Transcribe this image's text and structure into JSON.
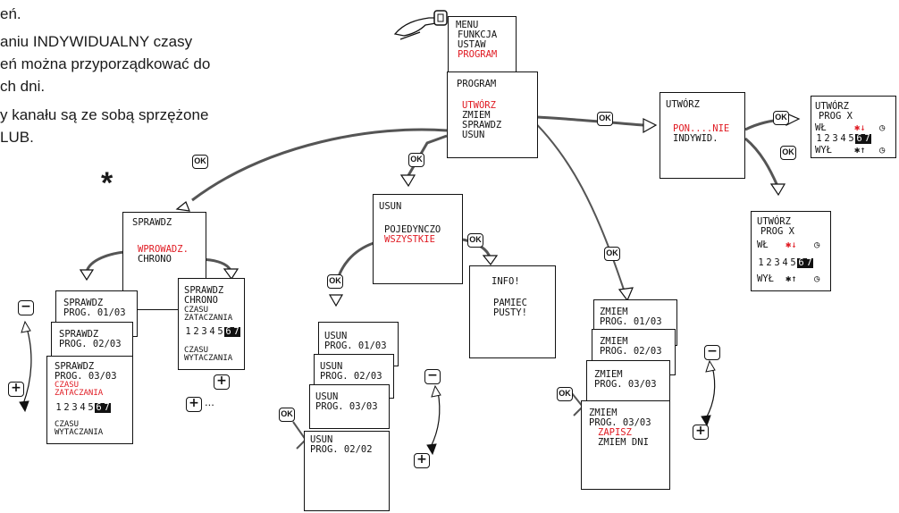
{
  "intro_lines": [
    "eń.",
    "aniu INDYWIDUALNY czasy",
    "eń można przyporządkować do",
    "ch dni.",
    "y kanału są ze sobą sprzężone",
    "LUB."
  ],
  "asterisk": "*",
  "ok_label": "OK",
  "minus_label": "−",
  "plus_label": "+",
  "ellipsis": "...",
  "menu": {
    "title": "MENU",
    "items": [
      "FUNKCJA",
      "USTAW",
      "PROGRAM"
    ]
  },
  "program": {
    "title": "PROGRAM",
    "items": [
      "UTWÓRZ",
      "ZMIEM",
      "SPRAWDZ",
      "USUN"
    ]
  },
  "utworz": {
    "title": "UTWÓRZ",
    "item1": "PON....NIE",
    "item2": "INDYWID."
  },
  "utworz_prog": {
    "title": "UTWÓRZ",
    "prog": "PROG  X",
    "on_label": "WŁ",
    "off_label": "WYŁ"
  },
  "days": [
    "1",
    "2",
    "3",
    "4",
    "5",
    "6",
    "7"
  ],
  "sprawdz": {
    "title": "SPRAWDZ",
    "item1": "WPROWADZ.",
    "item2": "CHRONO"
  },
  "sprawdz_cards": [
    {
      "l1": "SPRAWDZ",
      "l2": "PROG. 01/03"
    },
    {
      "l1": "SPRAWDZ",
      "l2": "PROG. 02/03"
    },
    {
      "l1": "SPRAWDZ",
      "l2": "PROG. 03/03",
      "l3": "CZASU",
      "l4": "ZATACZANIA",
      "l5": "CZASU",
      "l6": "WYTACZANIA"
    }
  ],
  "chrono_card": {
    "l1": "SPRAWDZ",
    "l2": "CHRONO",
    "l3": "CZASU",
    "l4": "ZATACZANIA",
    "l5": "CZASU",
    "l6": "WYTACZANIA"
  },
  "usun": {
    "title": "USUN",
    "item1": "POJEDYNCZO",
    "item2": "WSZYSTKIE"
  },
  "info": {
    "l1": "INFO!",
    "l2": "PAMIEC",
    "l3": "PUSTY!"
  },
  "usun_cards": [
    {
      "l1": "USUN",
      "l2": "PROG. 01/03"
    },
    {
      "l1": "USUN",
      "l2": "PROG. 02/03"
    },
    {
      "l1": "USUN",
      "l2": "PROG. 03/03"
    },
    {
      "l1": "USUN",
      "l2": "PROG. 02/02"
    }
  ],
  "zmiem_cards": [
    {
      "l1": "ZMIEM",
      "l2": "PROG. 01/03"
    },
    {
      "l1": "ZMIEM",
      "l2": "PROG. 02/03"
    },
    {
      "l1": "ZMIEM",
      "l2": "PROG. 03/03"
    },
    {
      "l1": "ZMIEM",
      "l2": "PROG. 03/03",
      "l3": "ZAPISZ",
      "l4": "ZMIEM DNI"
    }
  ],
  "colors": {
    "highlight": "#e01a22",
    "ink": "#111111"
  }
}
